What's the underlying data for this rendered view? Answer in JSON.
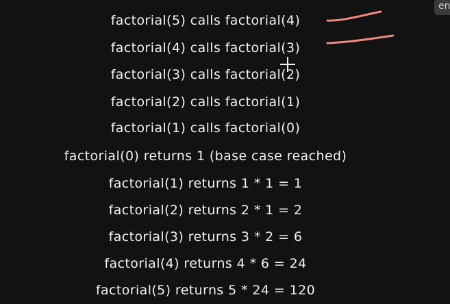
{
  "corner_badge": "en",
  "lines": [
    "factorial(5) calls factorial(4)",
    "factorial(4) calls factorial(3)",
    "factorial(3) calls factorial(2)",
    "factorial(2) calls factorial(1)",
    "factorial(1) calls factorial(0)",
    "factorial(0) returns 1 (base case reached)",
    "factorial(1) returns 1 * 1 = 1",
    "factorial(2) returns 2 * 1 = 2",
    "factorial(3) returns 3 * 2 = 6",
    "factorial(4) returns 4 * 6 = 24",
    "factorial(5) returns 5 * 24 = 120"
  ],
  "colors": {
    "background": "#121212",
    "text": "#f1f1f1",
    "annotation": "#f08a7a"
  },
  "icons": {
    "cursor": "crosshair-cursor-icon"
  }
}
